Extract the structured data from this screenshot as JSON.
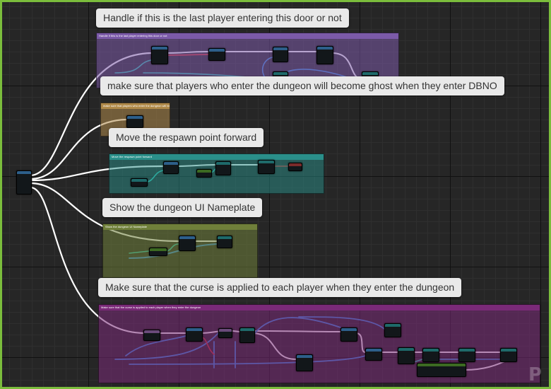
{
  "canvas": {
    "grid_color": "#262626",
    "border_color": "#7bbd3c"
  },
  "comments": [
    {
      "id": "c1",
      "title": "Handle if this is the last player entering this door or not",
      "bubble": "Handle if this is the last player entering this door or not",
      "color": "#7b5aa8"
    },
    {
      "id": "c2",
      "title": "make sure that players who enter the dungeon will become ghost when they enter DBNO",
      "bubble": "make sure that players who enter the dungeon will become ghost when they enter DBNO",
      "color": "#b08a4a"
    },
    {
      "id": "c3",
      "title": "Move the respawn point forward",
      "bubble": "Move the respawn point forward",
      "color": "#2a8f8a"
    },
    {
      "id": "c4",
      "title": "Show the dungeon UI Nameplate",
      "bubble": "Show the dungeon UI Nameplate",
      "color": "#6f7f3a"
    },
    {
      "id": "c5",
      "title": "Make sure that the curse is applied to each player when they enter the dungeon",
      "bubble": "Make sure that the curse is applied to each player when they enter the dungeon",
      "color": "#7a2a78"
    }
  ],
  "watermark": "P"
}
